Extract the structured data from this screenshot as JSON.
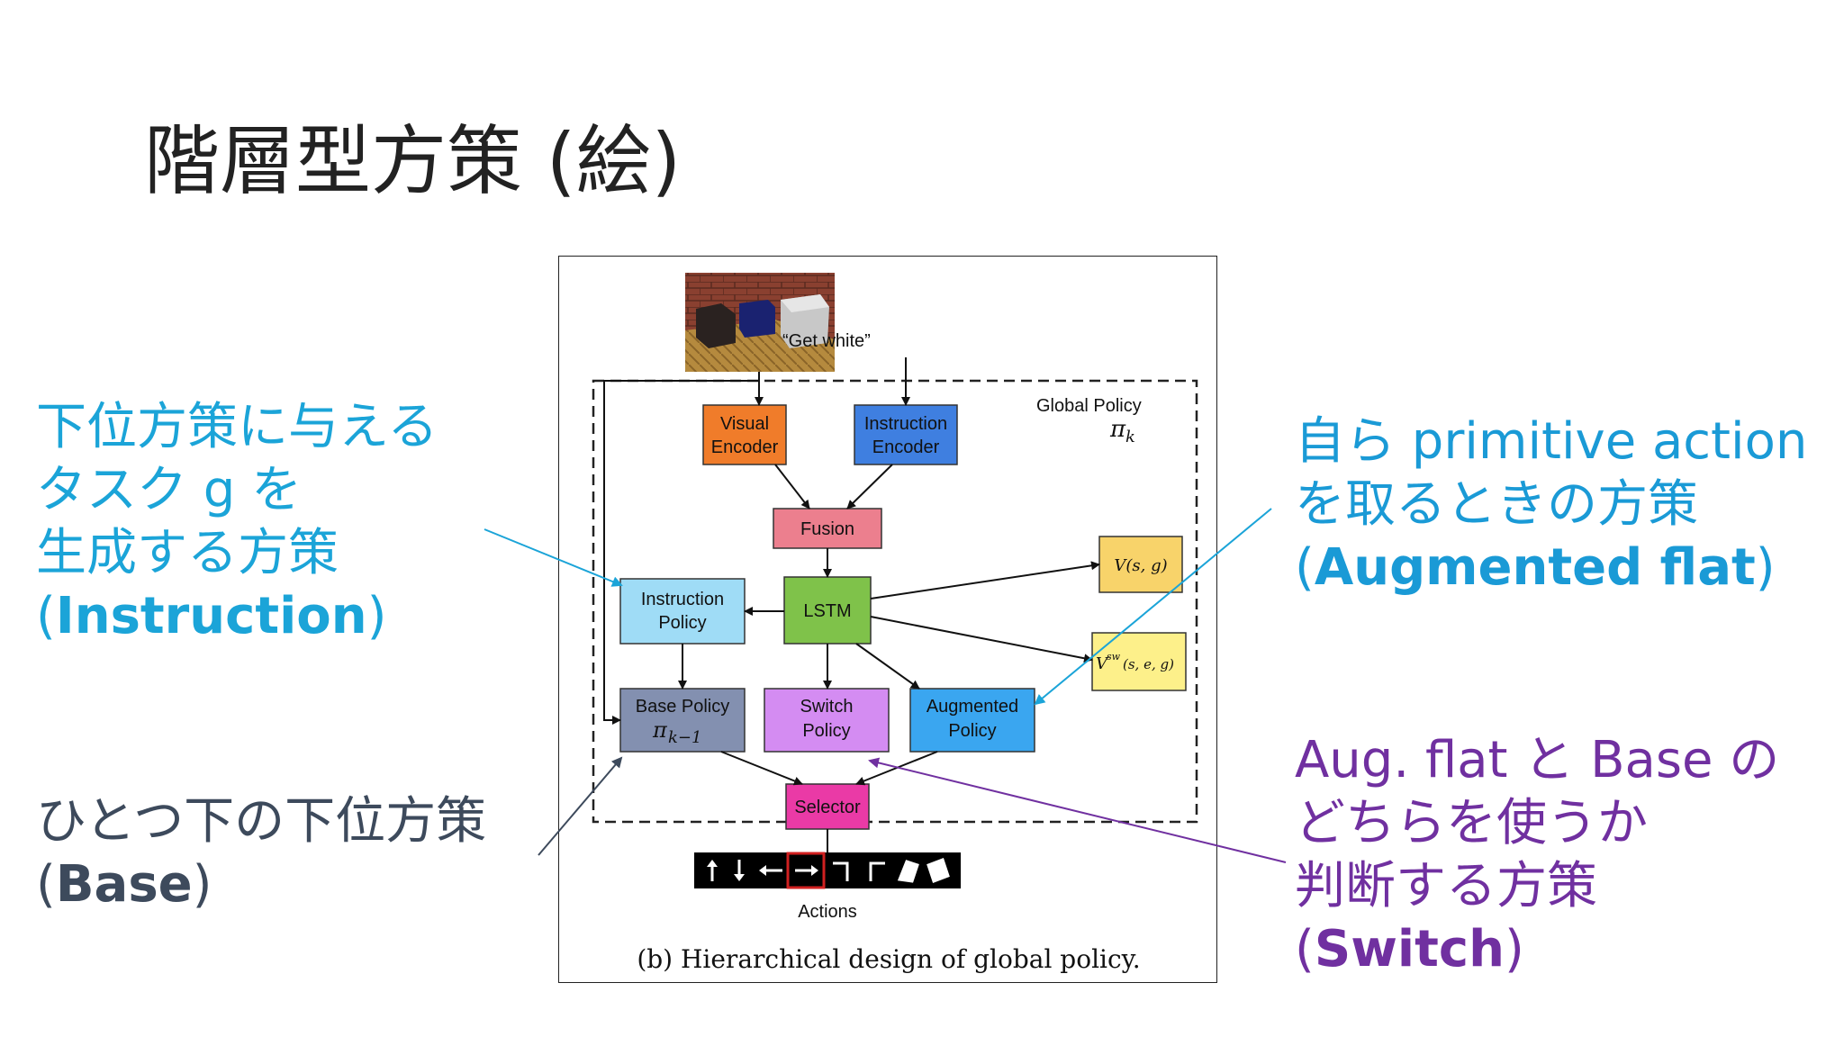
{
  "slide": {
    "title": "階層型方策 (絵)"
  },
  "annotations": {
    "instruction": {
      "lines": [
        "下位方策に与える",
        "タスク g を",
        "生成する方策"
      ],
      "bold": "Instruction"
    },
    "base": {
      "lines": [
        "ひとつ下の下位方策"
      ],
      "bold": "Base"
    },
    "augmented": {
      "lines": [
        "自ら primitive action",
        "を取るときの方策"
      ],
      "bold": "Augmented flat"
    },
    "switch": {
      "lines": [
        "Aug. flat と Base の",
        "どちらを使うか",
        "判断する方策"
      ],
      "bold": "Switch"
    }
  },
  "figure": {
    "instruction_text": "“Get white”",
    "global_policy": "Global Policy",
    "global_policy_symbol": "π",
    "global_policy_sub": "k",
    "caption": "(b) Hierarchical design of global policy.",
    "actions_label": "Actions",
    "boxes": {
      "visual_encoder": [
        "Visual",
        "Encoder"
      ],
      "instruction_encoder": [
        "Instruction",
        "Encoder"
      ],
      "fusion": [
        "Fusion"
      ],
      "lstm": [
        "LSTM"
      ],
      "instruction_policy": [
        "Instruction",
        "Policy"
      ],
      "base_policy": [
        "Base Policy"
      ],
      "base_policy_symbol": "π",
      "base_policy_sub": "k−1",
      "switch_policy": [
        "Switch",
        "Policy"
      ],
      "augmented_policy": [
        "Augmented",
        "Policy"
      ],
      "selector": [
        "Selector"
      ],
      "value": "V(s, g)",
      "value_sw": "V",
      "value_sw_sup": "sw",
      "value_sw_args": "(s, e, g)"
    },
    "colors": {
      "orange": "#f07c2a",
      "blue": "#3f7fe0",
      "pink": "#ec7f8e",
      "green": "#7fc24a",
      "lightblue": "#9fdcf6",
      "slate": "#8390b0",
      "violet": "#d48cf2",
      "skyblue": "#3aa6f0",
      "magenta": "#ea3aa6",
      "yellow": "#f8d36a",
      "paleyellow": "#fdf08a"
    }
  }
}
